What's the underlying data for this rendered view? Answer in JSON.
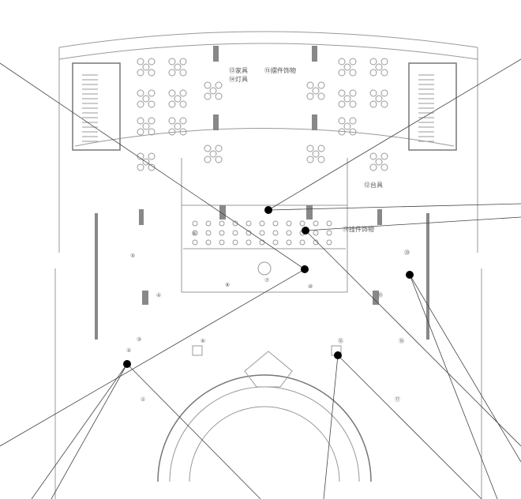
{
  "labels": {
    "furniture": "⑬家具",
    "lighting": "⑭灯具",
    "ornaments": "⑮摆件饰物",
    "table": "⑫台具",
    "hanging": "⑪挂件饰物"
  },
  "zone_numbers": [
    "①",
    "②",
    "③",
    "④",
    "⑤",
    "⑥",
    "⑦",
    "⑧",
    "⑨",
    "⑩",
    "⑯",
    "⑰",
    "⑱",
    "⑲",
    "⑳"
  ],
  "colors": {
    "wall": "#999999",
    "fill": "#888888",
    "leader": "#444444"
  }
}
